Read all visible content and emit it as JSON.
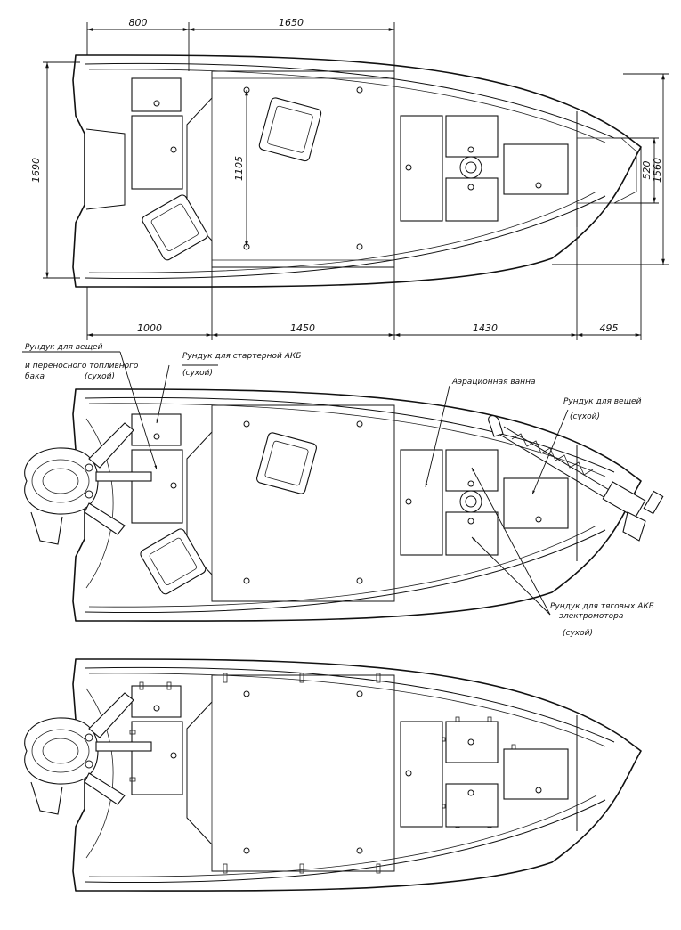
{
  "dimensions": {
    "top_800": "800",
    "top_1650": "1650",
    "left_1690": "1690",
    "inner_1105": "1105",
    "bow_520": "520",
    "right_1560": "1560",
    "bottom_1000": "1000",
    "bottom_1450": "1450",
    "bottom_1430": "1430",
    "bottom_495": "495"
  },
  "labels": {
    "storage_fuel_line1": "Рундук для вещей",
    "storage_fuel_line2": "и переносного топливного",
    "storage_fuel_line3": "бака",
    "storage_fuel_dry": "(сухой)",
    "starter_battery_line1": "Рундук для стартерной АКБ",
    "starter_battery_dry": "(сухой)",
    "livewell": "Аэрационная ванна",
    "storage_things_line1": "Рундук для вещей",
    "storage_things_dry": "(сухой)",
    "traction_line1": "Рундук для тяговых АКБ",
    "traction_line2": "электромотора",
    "traction_dry": "(сухой)"
  }
}
